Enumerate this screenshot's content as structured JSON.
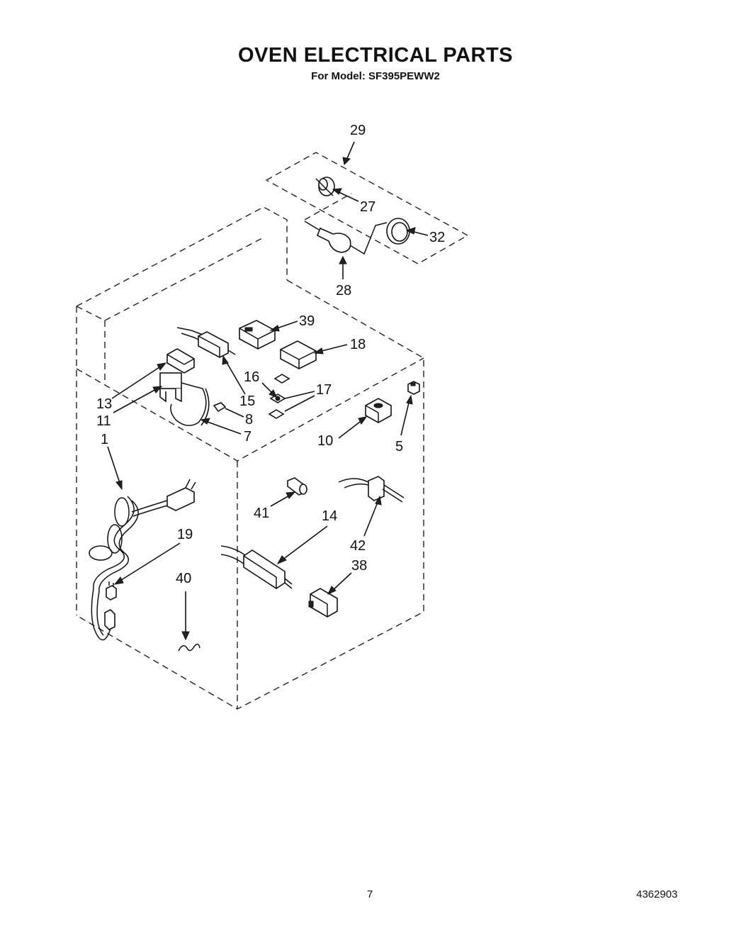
{
  "header": {
    "title": "OVEN ELECTRICAL PARTS",
    "subtitle": "For Model: SF395PEWW2"
  },
  "footer": {
    "page_number": "7",
    "document_number": "4362903"
  },
  "callouts": [
    "29",
    "27",
    "32",
    "28",
    "39",
    "18",
    "16",
    "17",
    "13",
    "15",
    "11",
    "8",
    "1",
    "7",
    "10",
    "5",
    "41",
    "14",
    "42",
    "19",
    "38",
    "40"
  ]
}
